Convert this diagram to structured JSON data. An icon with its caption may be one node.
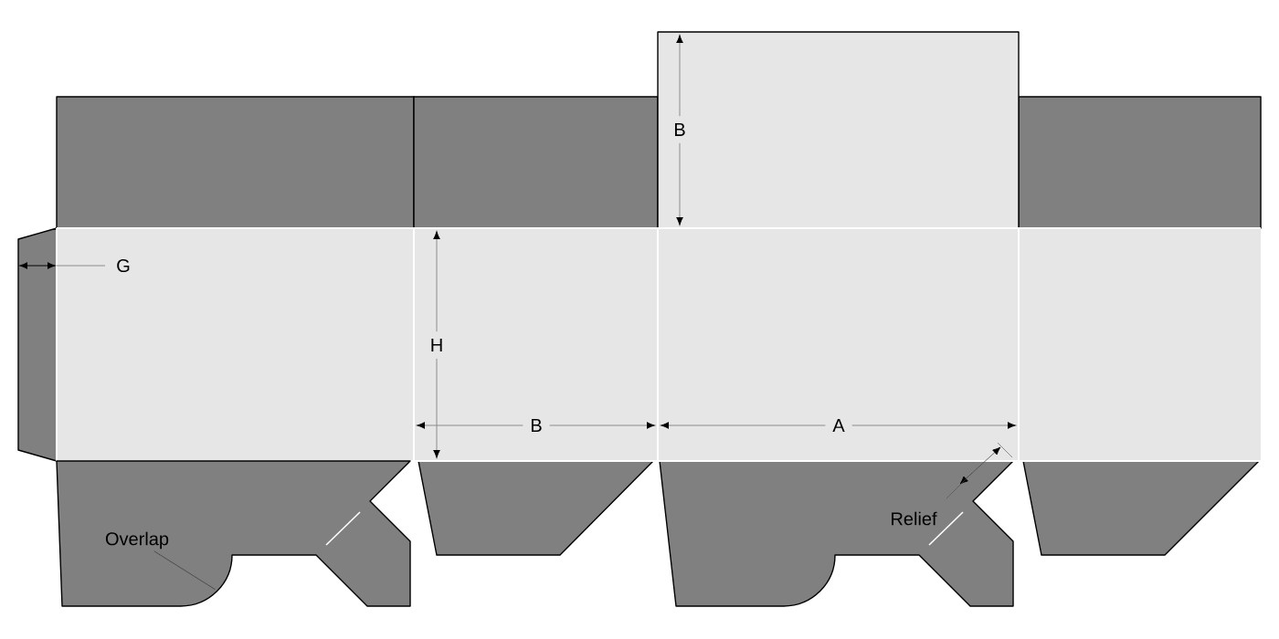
{
  "diagram": {
    "nodes": [
      {
        "text": [],
        "shape": "polygon"
      },
      {
        "text": [
          "Overlap"
        ],
        "in": 0
      }
    ],
    "edges": [
      {
        "from": 1,
        "to": 0,
        "arrow": "none"
      }
    ],
    "labels": [
      "B",
      "G",
      "H",
      "B",
      "A",
      "Relief"
    ]
  }
}
